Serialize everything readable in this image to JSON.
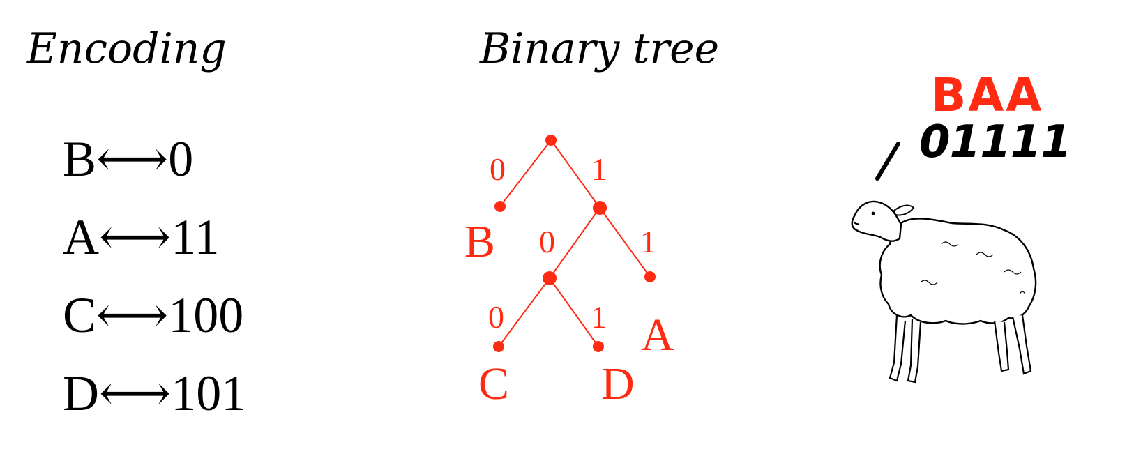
{
  "headings": {
    "encoding": "Encoding",
    "tree": "Binary tree"
  },
  "encoding_table": [
    {
      "symbol": "B",
      "arrow": "⟷",
      "code": "0"
    },
    {
      "symbol": "A",
      "arrow": "⟷",
      "code": "11"
    },
    {
      "symbol": "C",
      "arrow": "⟷",
      "code": "100"
    },
    {
      "symbol": "D",
      "arrow": "⟷",
      "code": "101"
    }
  ],
  "tree": {
    "edge_labels": {
      "root_left": "0",
      "root_right": "1",
      "n1_left": "0",
      "n1_right": "1",
      "n2_left": "0",
      "n2_right": "1"
    },
    "leaves": {
      "b": "B",
      "a": "A",
      "c": "C",
      "d": "D"
    }
  },
  "sheep": {
    "word": "BAA",
    "bits": "01111"
  },
  "colors": {
    "tree": "#ff2a12",
    "text": "#000000",
    "background": "#ffffff"
  },
  "icons": {
    "sheep": "sheep-illustration-icon"
  }
}
